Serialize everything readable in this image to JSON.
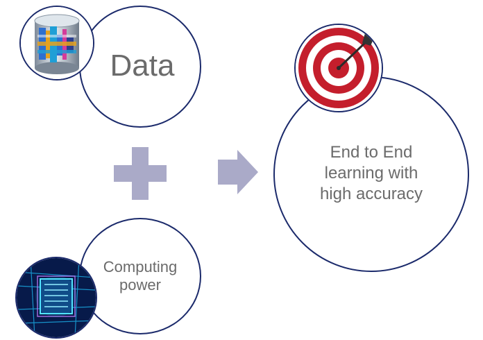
{
  "diagram": {
    "data_label": "Data",
    "compute_label": "Computing\npower",
    "result_label": "End to End\nlearning with\nhigh accuracy",
    "icons": {
      "data": "database-icon",
      "compute": "circuit-chip-icon",
      "result": "target-icon",
      "plus": "plus-icon",
      "arrow": "arrow-right-icon"
    },
    "colors": {
      "circle_border": "#1b2a6b",
      "text": "#6b6b6b",
      "operator": "#aaaac8"
    }
  }
}
